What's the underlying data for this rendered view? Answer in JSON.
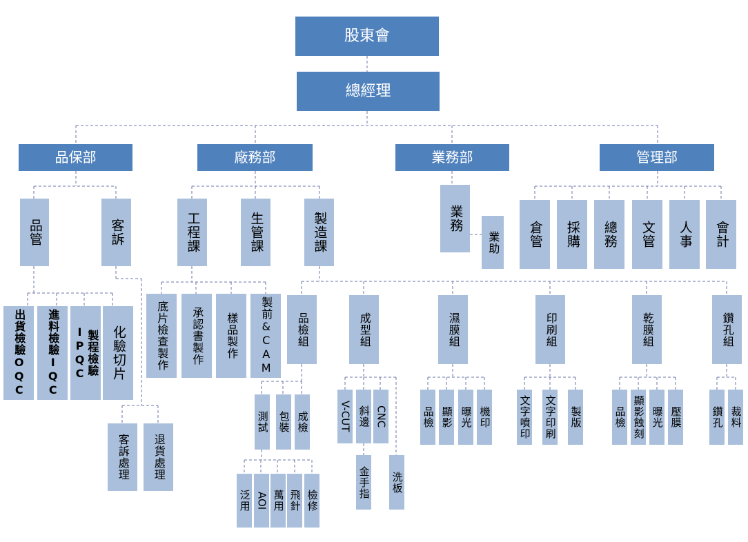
{
  "colors": {
    "top_fill": "#4f81bd",
    "node_fill": "#a9bfdb",
    "connector": "#6b74a8"
  },
  "chart": {
    "shareholders": "股東會",
    "gm": "總經理",
    "departments": {
      "qa": "品保部",
      "factory": "廠務部",
      "sales": "業務部",
      "admin": "管理部"
    },
    "qa": {
      "qc": "品管",
      "complaint": "客訴",
      "oqc": "出貨檢驗OQC",
      "iqc": "進料檢驗IQC",
      "ipqc": "製程檢驗IPQC",
      "lab": "化驗切片",
      "complaint_handling": "客訴處理",
      "return_handling": "退貨處理"
    },
    "factory": {
      "eng": "工程課",
      "prod_ctrl": "生管課",
      "mfg": "製造課",
      "film_check": "底片檢查製作",
      "approval": "承認書製作",
      "sample": "樣品製作",
      "cam": "製前&CAM",
      "inspection": "品檢組",
      "forming": "成型組",
      "wet_film": "濕膜組",
      "printing": "印刷組",
      "dry_film": "乾膜組",
      "drilling": "鑽孔組"
    },
    "inspection": {
      "test": "測試",
      "pack": "包裝",
      "final": "成檢",
      "universal": "泛用",
      "aoi": "AOI",
      "multi": "萬用",
      "flying_probe": "飛針",
      "repair": "檢修"
    },
    "forming": {
      "vcut": "V-CUT",
      "bevel": "斜邊",
      "cnc": "CNC",
      "gold_finger": "金手指",
      "wash": "洗板"
    },
    "wet_film": {
      "check": "品檢",
      "develop": "顯影",
      "expose": "曝光",
      "print": "機印"
    },
    "printing": {
      "inkjet": "文字噴印",
      "text_print": "文字印刷",
      "plate": "製版"
    },
    "dry_film": {
      "check": "品檢",
      "dev_etch": "顯影蝕刻",
      "expose": "曝光",
      "laminate": "壓膜"
    },
    "drilling": {
      "drill": "鑽孔",
      "cut": "裁料"
    },
    "sales": {
      "sales": "業務",
      "assistant": "業助"
    },
    "admin": {
      "warehouse": "倉管",
      "purchasing": "採購",
      "general": "總務",
      "docs": "文管",
      "hr": "人事",
      "accounting": "會計"
    }
  }
}
